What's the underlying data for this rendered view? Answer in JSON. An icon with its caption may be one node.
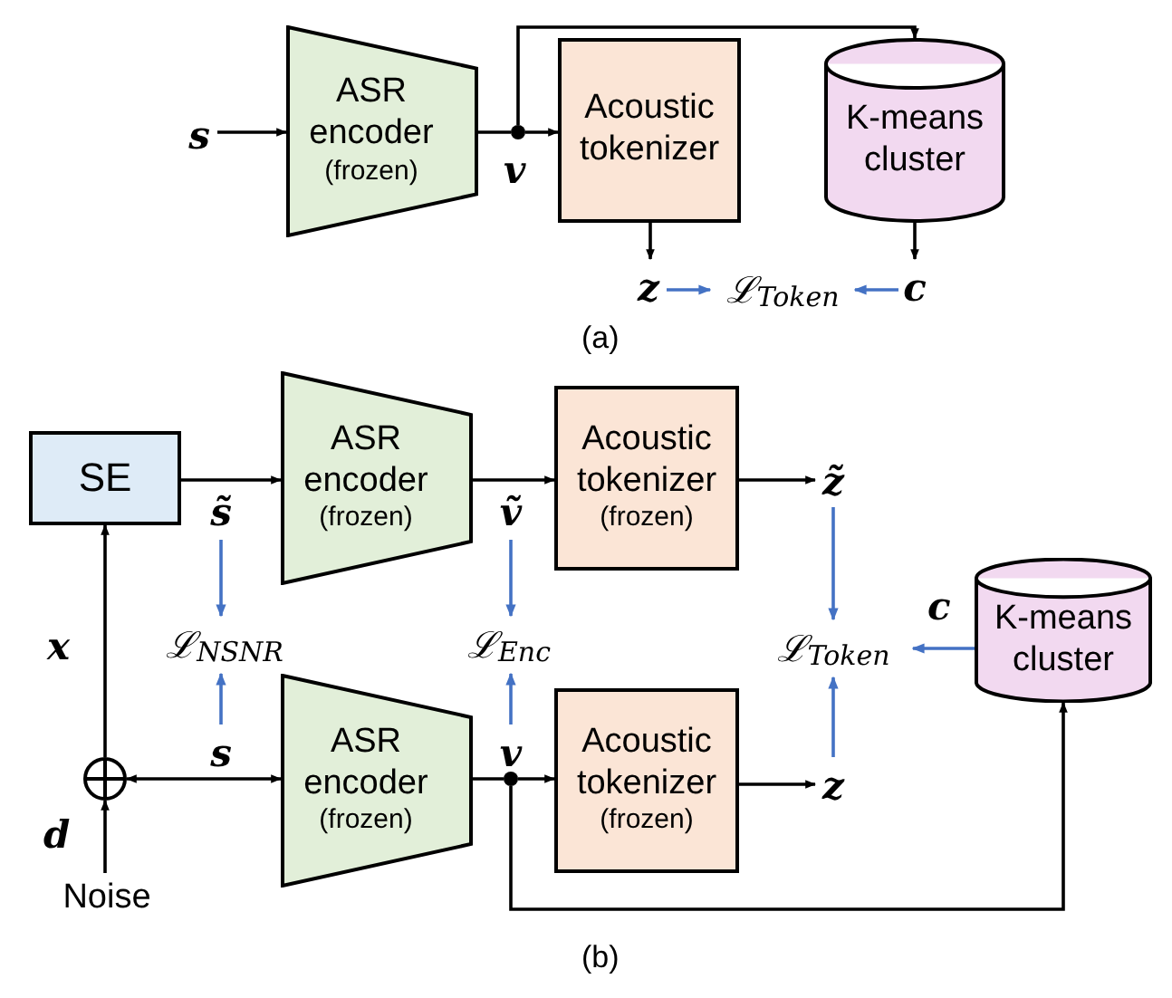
{
  "diagram": {
    "nodes": [
      {
        "text": [
          "s"
        ]
      },
      {
        "text": [
          "ASR encoder",
          "(frozen)"
        ]
      },
      {
        "text": [],
        "shape": "dot",
        "beside": [
          "v"
        ]
      },
      {
        "text": [
          "Acoustic tokenizer"
        ]
      },
      {
        "text": [
          "K-means cluster"
        ]
      },
      {
        "text": [
          "z"
        ]
      },
      {
        "text": [
          "ℒ$_{Token}$"
        ]
      },
      {
        "text": [
          "c"
        ]
      },
      {
        "text": [
          "SE"
        ]
      },
      {
        "text": [
          "ASR encoder",
          "(frozen)"
        ]
      },
      {
        "text": [
          "s̃"
        ]
      },
      {
        "text": [
          "ṽ"
        ]
      },
      {
        "text": [
          "Acoustic tokenizer",
          "(frozen)"
        ]
      },
      {
        "text": [
          "z̃"
        ]
      },
      {
        "text": [
          "ℒ$_{NSNR}$"
        ]
      },
      {
        "text": [
          "ℒ$_{Enc}$"
        ]
      },
      {
        "text": [
          "ℒ$_{Token}$"
        ]
      },
      {
        "text": [
          "K-means cluster"
        ]
      },
      {
        "text": [
          "s"
        ]
      },
      {
        "text": [
          "ASR encoder",
          "(frozen)"
        ]
      },
      {
        "text": [
          "v"
        ]
      },
      {
        "text": [],
        "shape": "dot"
      },
      {
        "text": [
          "Acoustic tokenizer",
          "(frozen)"
        ]
      },
      {
        "text": [
          "z"
        ]
      },
      {
        "text": [],
        "shape": "circle"
      },
      {
        "text": [
          "Noise"
        ]
      }
    ],
    "edges": [
      {
        "from": 0,
        "to": 1,
        "arrow": "to"
      },
      {
        "from": 1,
        "to": 2,
        "arrow": "none"
      },
      {
        "from": 2,
        "to": 3,
        "arrow": "to"
      },
      {
        "from": 2,
        "to": 4,
        "arrow": "to"
      },
      {
        "from": 3,
        "to": 5,
        "arrow": "to"
      },
      {
        "from": 4,
        "to": 7,
        "arrow": "to"
      },
      {
        "from": 5,
        "to": 6,
        "arrow": "to",
        "color": "#4472c4"
      },
      {
        "from": 7,
        "to": 6,
        "arrow": "to",
        "color": "#4472c4"
      },
      {
        "from": 8,
        "to": 9,
        "arrow": "to"
      },
      {
        "from": 9,
        "to": 12,
        "arrow": "to"
      },
      {
        "from": 12,
        "to": 13,
        "arrow": "to"
      },
      {
        "from": 10,
        "to": 14,
        "arrow": "to",
        "color": "#4472c4"
      },
      {
        "from": 18,
        "to": 14,
        "arrow": "to",
        "color": "#4472c4"
      },
      {
        "from": 11,
        "to": 15,
        "arrow": "to",
        "color": "#4472c4"
      },
      {
        "from": 20,
        "to": 15,
        "arrow": "to",
        "color": "#4472c4"
      },
      {
        "from": 13,
        "to": 16,
        "arrow": "to",
        "color": "#4472c4"
      },
      {
        "from": 23,
        "to": 16,
        "arrow": "to",
        "color": "#4472c4"
      },
      {
        "from": 17,
        "to": 16,
        "arrow": "to",
        "color": "#4472c4",
        "label": "c"
      },
      {
        "from": 24,
        "to": 19,
        "arrow": "both"
      },
      {
        "from": 19,
        "to": 21,
        "arrow": "none"
      },
      {
        "from": 21,
        "to": 22,
        "arrow": "to"
      },
      {
        "from": 22,
        "to": 23,
        "arrow": "to"
      },
      {
        "from": 21,
        "to": 17,
        "arrow": "to"
      },
      {
        "from": 25,
        "to": 24,
        "arrow": "to",
        "label": "d"
      },
      {
        "from": 24,
        "to": 8,
        "arrow": "to",
        "label": "x"
      }
    ],
    "labels": [
      "(a)",
      "(b)"
    ]
  }
}
